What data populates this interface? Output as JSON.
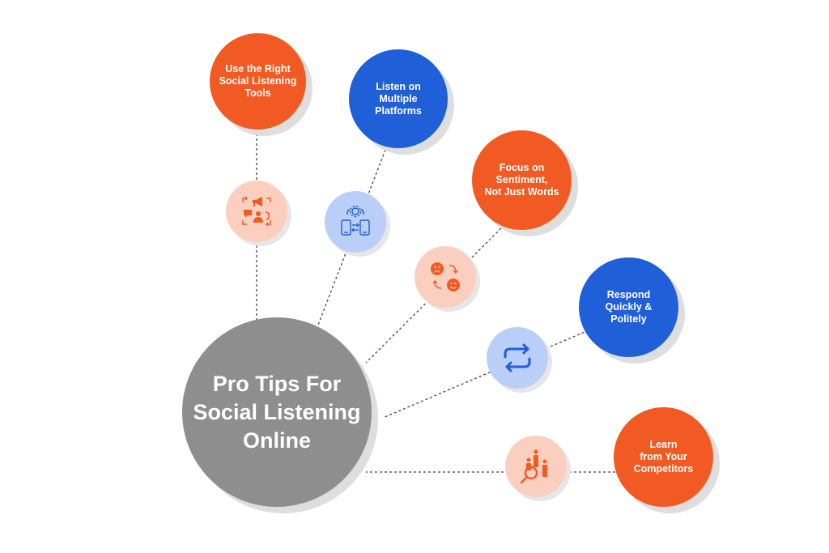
{
  "center": {
    "label": "Pro Tips For\nSocial Listening\nOnline"
  },
  "tips": [
    {
      "id": "tools",
      "label": "Use the Right\nSocial Listening\nTools",
      "icon": "megaphone-feedback-icon"
    },
    {
      "id": "platforms",
      "label": "Listen on\nMultiple\nPlatforms",
      "icon": "devices-sync-icon"
    },
    {
      "id": "sentiment",
      "label": "Focus on\nSentiment,\nNot Just Words",
      "icon": "sentiment-faces-icon"
    },
    {
      "id": "respond",
      "label": "Respond\nQuickly &\nPolitely",
      "icon": "refresh-arrows-icon"
    },
    {
      "id": "competitors",
      "label": "Learn\nfrom Your\nCompetitors",
      "icon": "competitor-analysis-icon"
    }
  ],
  "colors": {
    "orange": "#f15a22",
    "blue": "#1f5fd8",
    "gray": "#8e8e8e",
    "icon_bg_orange": "#fbcfbf",
    "icon_bg_blue": "#b9cff7",
    "connector": "#444444"
  }
}
